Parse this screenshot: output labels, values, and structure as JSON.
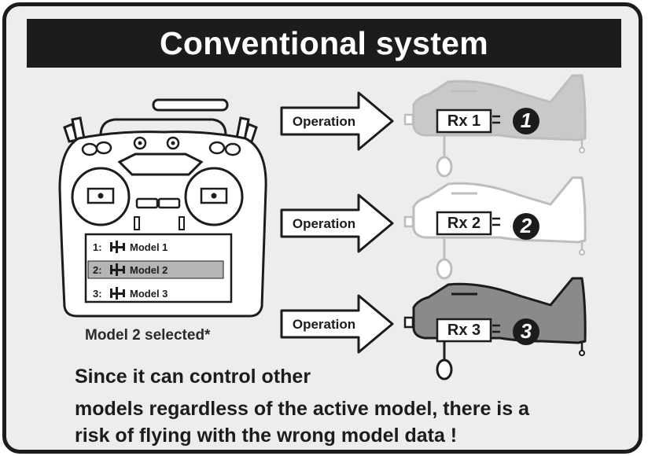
{
  "title": "Conventional system",
  "transmitter": {
    "models": [
      {
        "index": "1:",
        "name": "Model 1",
        "selected": false
      },
      {
        "index": "2:",
        "name": "Model 2",
        "selected": true
      },
      {
        "index": "3:",
        "name": "Model 3",
        "selected": false
      }
    ],
    "caption": "Model 2 selected*"
  },
  "rows": [
    {
      "arrow_label": "Operation",
      "rx_label": "Rx 1",
      "badge": "1"
    },
    {
      "arrow_label": "Operation",
      "rx_label": "Rx 2",
      "badge": "2"
    },
    {
      "arrow_label": "Operation",
      "rx_label": "Rx 3",
      "badge": "3"
    }
  ],
  "note": {
    "line1": "Since it can control other",
    "line2": "models regardless of the active model, there is a",
    "line3": "risk of flying with the wrong model data !"
  },
  "colors": {
    "frame": "#1c1c1c",
    "panel_bg": "#ededed",
    "plane_grey": "#c9c9c9",
    "plane_white": "#ffffff",
    "plane_dark": "#8a8a8a",
    "selected_row": "#b5b5b5"
  }
}
